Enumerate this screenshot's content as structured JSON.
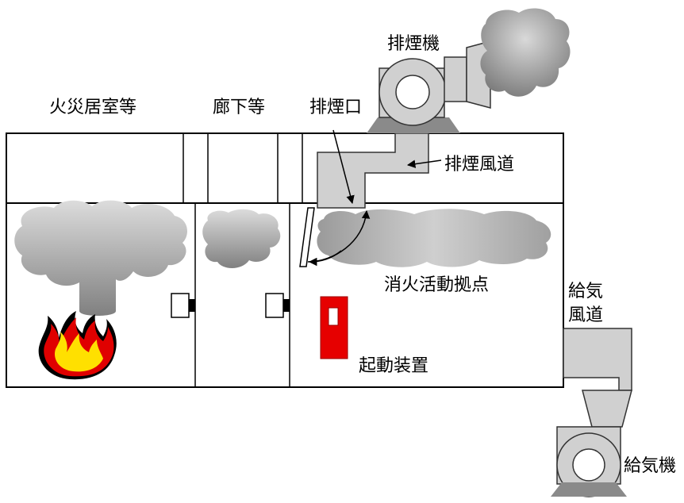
{
  "labels": {
    "fire_room": "火災居室等",
    "corridor": "廊下等",
    "smoke_outlet": "排煙口",
    "exhaust_fan": "排煙機",
    "exhaust_duct": "排煙風道",
    "firefighting_base": "消火活動拠点",
    "supply_duct_line1": "給気",
    "supply_duct_line2": "風道",
    "activation_device": "起動装置",
    "supply_fan": "給気機"
  }
}
